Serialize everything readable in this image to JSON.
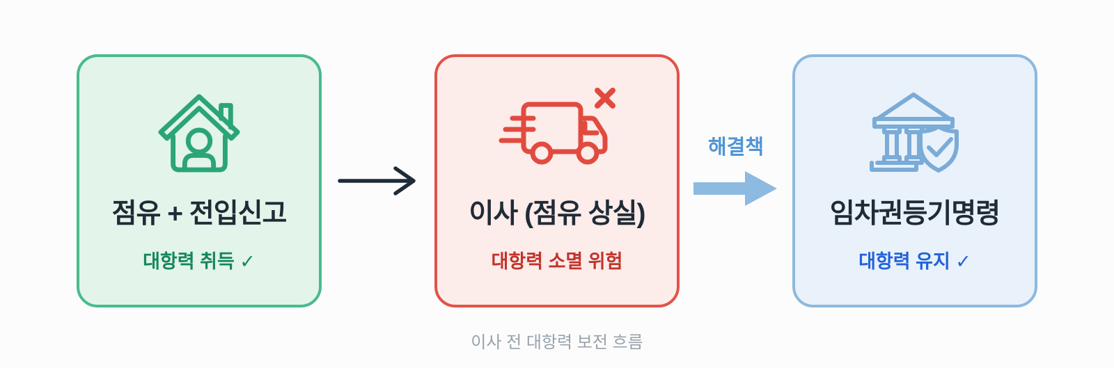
{
  "flow": {
    "steps": [
      {
        "title": "점유 + 전입신고",
        "subtitle": "대항력 취득 ✓",
        "icon": "house-person-icon",
        "tone": "green"
      },
      {
        "title": "이사 (점유 상실)",
        "subtitle": "대항력 소멸 위험",
        "icon": "moving-truck-x-icon",
        "tone": "red"
      },
      {
        "title": "임차권등기명령",
        "subtitle": "대항력 유지 ✓",
        "icon": "courthouse-shield-check-icon",
        "tone": "blue"
      }
    ],
    "connectors": [
      {
        "type": "plain-arrow"
      },
      {
        "type": "solution-arrow",
        "label": "해결책"
      }
    ],
    "caption": "이사 전 대항력 보전 흐름"
  },
  "colors": {
    "page_bg": "#fcfcfc",
    "title_text": "#202b36",
    "caption_text": "#98a2ab",
    "green_border": "#49bb8c",
    "green_bg": "#e3f4ea",
    "green_icon": "#2ba576",
    "green_subtitle": "#13875c",
    "red_border": "#e15348",
    "red_bg": "#fcecea",
    "red_icon": "#e14b3f",
    "red_subtitle": "#c23329",
    "blue_border": "#8db9de",
    "blue_bg": "#e9f1fb",
    "blue_icon": "#7babd7",
    "blue_subtitle": "#2263d8",
    "plain_arrow": "#1f2b38",
    "solution_label": "#4f94d6",
    "solution_arrow": "#8cbae0"
  }
}
